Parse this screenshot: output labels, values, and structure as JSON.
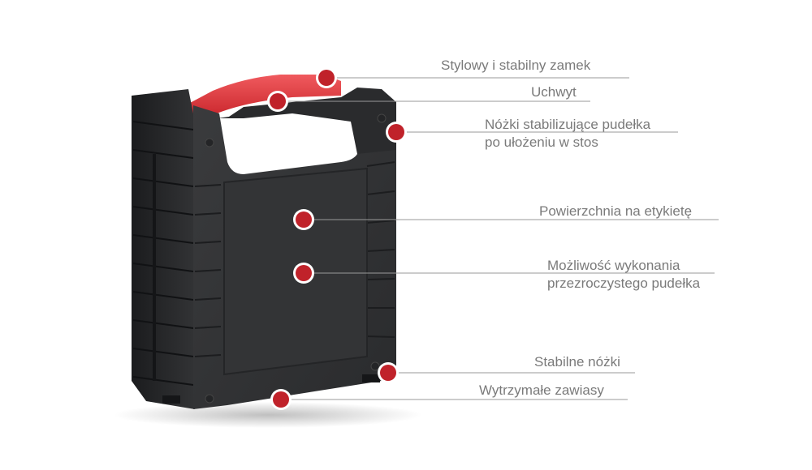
{
  "callouts": [
    {
      "id": "lock",
      "lines": [
        "Stylowy i stabilny zamek"
      ]
    },
    {
      "id": "handle",
      "lines": [
        "Uchwyt"
      ]
    },
    {
      "id": "stack-feet",
      "lines": [
        "Nóżki stabilizujące pudełka",
        "po ułożeniu w stos"
      ]
    },
    {
      "id": "label-area",
      "lines": [
        "Powierzchnia na etykietę"
      ]
    },
    {
      "id": "transparent-option",
      "lines": [
        "Możliwość wykonania",
        "przezroczystego pudełka"
      ]
    },
    {
      "id": "stable-feet",
      "lines": [
        "Stabilne nóżki"
      ]
    },
    {
      "id": "hinges",
      "lines": [
        "Wytrzymałe zawiasy"
      ]
    }
  ],
  "colors": {
    "case_body": "#2e2f31",
    "case_dark": "#1f2022",
    "handle": "#e23a3f",
    "marker": "#c0222a",
    "text": "#7a7a7a",
    "line": "#9a9a9a"
  }
}
